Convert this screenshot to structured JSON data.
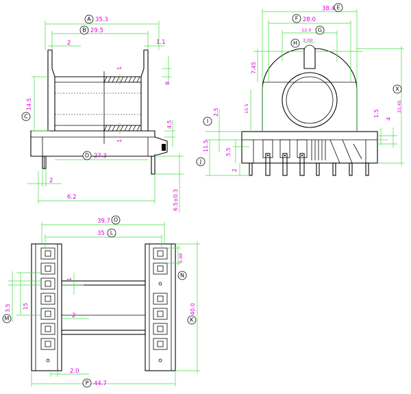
{
  "dimensions": {
    "A": "35.3",
    "B": "29.5",
    "front_2_top": "2",
    "front_1_1": "1.1",
    "front_1_upper": "1",
    "front_6": "6",
    "C": "14.5",
    "front_4_5": "4.5",
    "front_1_lower": "1",
    "D": "27.3",
    "front_2_bottom": "2",
    "front_6_2": "6.2",
    "front_6_5": "6.5±0.3",
    "E": "38.4",
    "F": "28.0",
    "G": "12.0",
    "H": "3.00",
    "side_7_45": "7.45",
    "X": "31.45",
    "side_15_5": "15.5",
    "I": "2.5",
    "side_1_5": "1.5",
    "side_4": "4",
    "side_5_5": "5.5",
    "J": "11.5",
    "side_2": "2",
    "O": "39.7",
    "L": "35",
    "N": "5.00",
    "bottom_1": "1",
    "M": "3.5",
    "bottom_15": "15",
    "bottom_2": "2",
    "K": "40.0",
    "bottom_2_0": "2.0",
    "P": "44.7"
  },
  "balloons": {
    "A": "A",
    "B": "B",
    "C": "C",
    "D": "D",
    "E": "E",
    "F": "F",
    "G": "G",
    "H": "H",
    "X": "X",
    "I": "I",
    "J": "J",
    "O": "O",
    "L": "L",
    "N": "N",
    "M": "M",
    "K": "K",
    "P": "P"
  },
  "colors": {
    "outline": "#000000",
    "dimension_line": "#3fdc3f",
    "dimension_text": "#e000e0"
  }
}
